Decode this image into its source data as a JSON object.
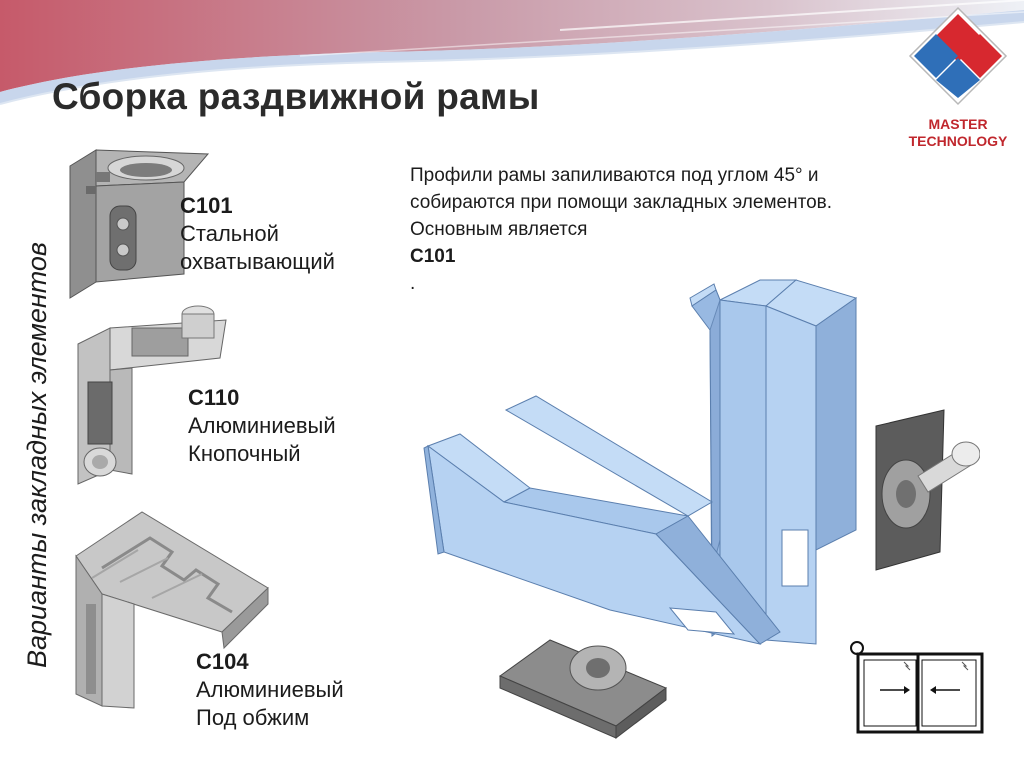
{
  "slide": {
    "title": "Сборка раздвижной рамы",
    "vertical_label": "Варианты закладных элементов"
  },
  "logo": {
    "line1": "MASTER",
    "line2": "TECHNOLOGY",
    "colors": {
      "red": "#d7282f",
      "blue": "#2f6fb8"
    }
  },
  "intro": {
    "line1": "Профили рамы запиливаются под углом 45° и",
    "line2": "собираются при помощи закладных элементов.",
    "line3_prefix": "Основным является ",
    "line3_code": "С101",
    "line3_suffix": "."
  },
  "parts": [
    {
      "code": "С101",
      "line1": "Стальной",
      "line2": "охватывающий"
    },
    {
      "code": "С110",
      "line1": "Алюминиевый",
      "line2": "Кнопочный"
    },
    {
      "code": "С104",
      "line1": "Алюминиевый",
      "line2": "Под обжим"
    }
  ],
  "colors": {
    "profile_blue": "#a9c8ec",
    "profile_edge": "#5b7fae",
    "metal_gray": "#9a9a9a",
    "title_text": "#2b2b2b"
  }
}
